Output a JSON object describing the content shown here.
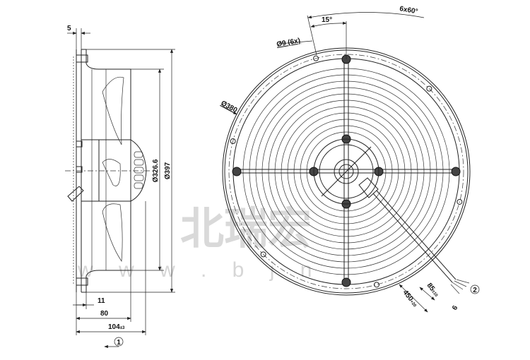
{
  "drawing": {
    "side_view": {
      "dim_top": "5",
      "dim_inner_diameter": "Ø326.6",
      "dim_outer_diameter": "Ø397",
      "dim_11": "11",
      "dim_80": "80",
      "dim_104": "104",
      "dim_104_tolerance": "±3",
      "airflow_marker": "1"
    },
    "front_view": {
      "angle_15": "15°",
      "angle_pattern": "6x60°",
      "hole": "Ø9 (6x)",
      "bolt_circle": "Ø380",
      "cable_length": "450",
      "cable_length_tol": "+20",
      "strip_length": "85",
      "strip_length_tol": "±10",
      "wire_strip": "6",
      "cable_marker": "2"
    },
    "watermark": {
      "text": "北瑞宏",
      "url": "w w w . b j n"
    }
  }
}
